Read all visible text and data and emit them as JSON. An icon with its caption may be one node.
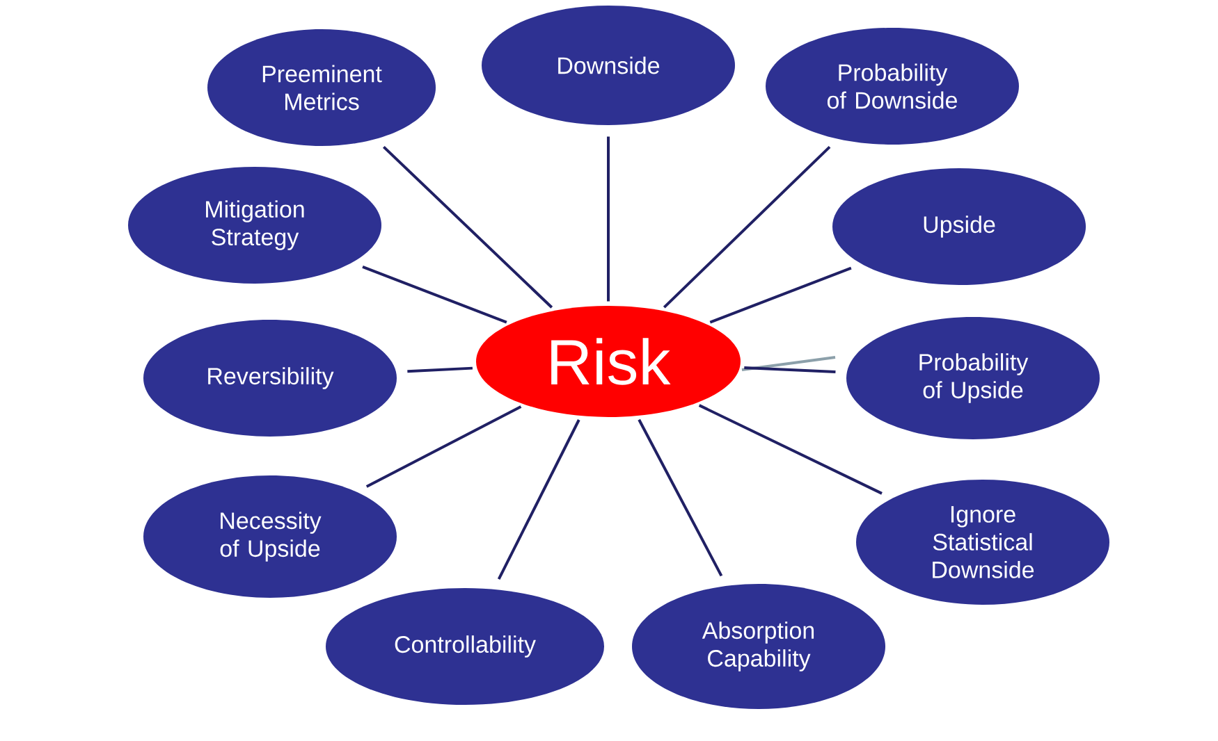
{
  "diagram": {
    "nodes": [
      {
        "text": [
          "Risk"
        ]
      },
      {
        "text": [
          "Preeminent Metrics"
        ]
      },
      {
        "text": [
          "Downside"
        ]
      },
      {
        "text": [
          "Probability of Downside"
        ]
      },
      {
        "text": [
          "Upside"
        ]
      },
      {
        "text": [
          "Probability of Upside"
        ]
      },
      {
        "text": [
          "Ignore Statistical Downside"
        ]
      },
      {
        "text": [
          "Absorption Capability"
        ]
      },
      {
        "text": [
          "Controllability"
        ]
      },
      {
        "text": [
          "Necessity of Upside"
        ]
      },
      {
        "text": [
          "Reversibility"
        ]
      },
      {
        "text": [
          "Mitigation Strategy"
        ]
      }
    ],
    "edges": [
      {
        "from": 0,
        "to": 1,
        "arrow": "none"
      },
      {
        "from": 0,
        "to": 2,
        "arrow": "none"
      },
      {
        "from": 0,
        "to": 3,
        "arrow": "none"
      },
      {
        "from": 0,
        "to": 4,
        "arrow": "none"
      },
      {
        "from": 0,
        "to": 5,
        "arrow": "none"
      },
      {
        "from": 0,
        "to": 6,
        "arrow": "none"
      },
      {
        "from": 0,
        "to": 7,
        "arrow": "none"
      },
      {
        "from": 0,
        "to": 8,
        "arrow": "none"
      },
      {
        "from": 0,
        "to": 9,
        "arrow": "none"
      },
      {
        "from": 0,
        "to": 10,
        "arrow": "none"
      },
      {
        "from": 0,
        "to": 11,
        "arrow": "none"
      }
    ]
  }
}
